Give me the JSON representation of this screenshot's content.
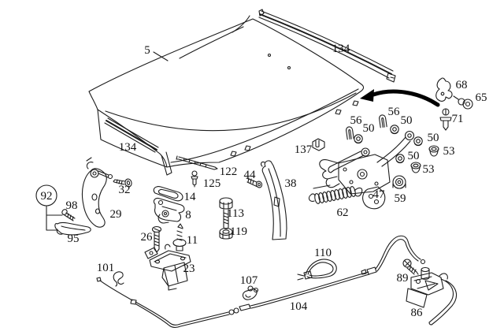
{
  "diagram": {
    "colors": {
      "background": "#ffffff",
      "line": "#1c1c1c",
      "arrow": "#000000"
    },
    "labels": {
      "l5": "5",
      "l134a": "134",
      "l134b": "134",
      "l68": "68",
      "l65": "65",
      "l71": "71",
      "l56a": "56",
      "l50a": "50",
      "l56b": "56",
      "l50b": "50",
      "l137": "137",
      "l50c": "50",
      "l53a": "53",
      "l50d": "50",
      "l53b": "53",
      "l122": "122",
      "l44": "44",
      "l38": "38",
      "l125": "125",
      "l32": "32",
      "l92": "92",
      "l98": "98",
      "l14": "14",
      "l29": "29",
      "l8": "8",
      "l113": "113",
      "l62": "62",
      "l47": "47",
      "l59": "59",
      "l26": "26",
      "l119": "119",
      "l11": "11",
      "l95": "95",
      "l23": "23",
      "l101": "101",
      "l110": "110",
      "l107": "107",
      "l89": "89",
      "l104": "104",
      "l86": "86"
    }
  }
}
